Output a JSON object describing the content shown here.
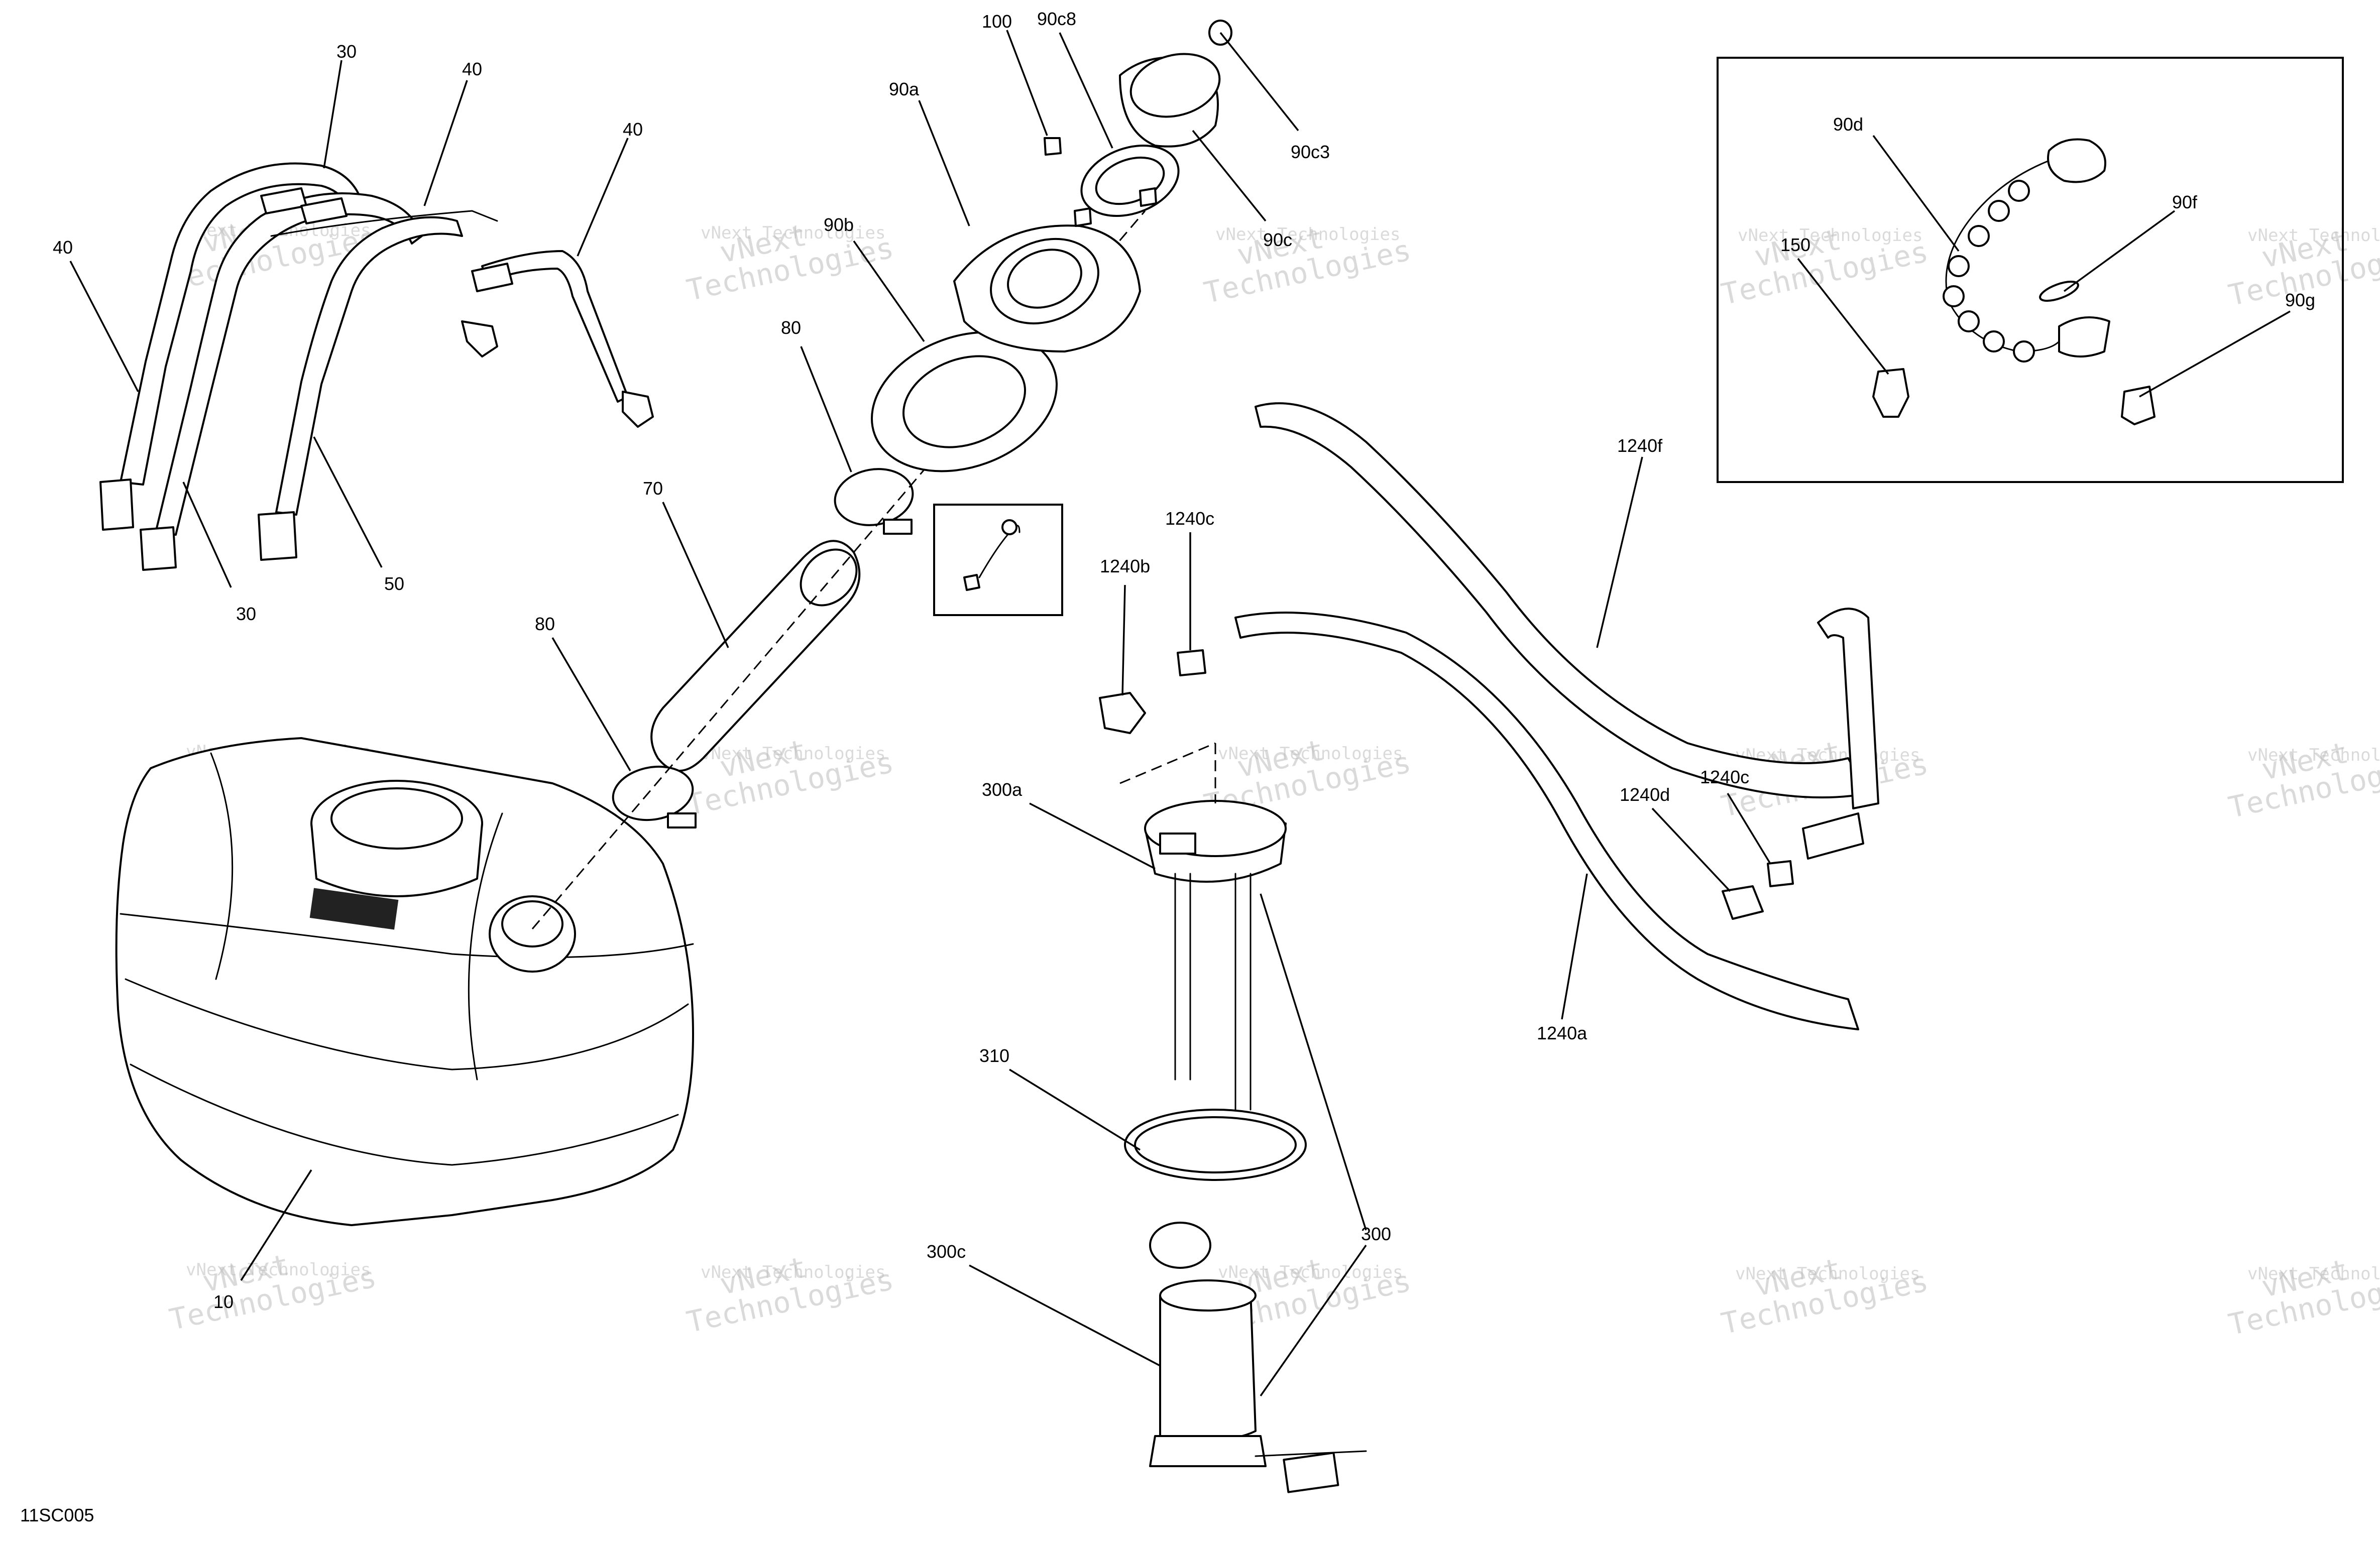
{
  "figure_code": "11SC005",
  "watermark": {
    "line1": "vNext",
    "line2": "Technologies",
    "line3": "vNext Technologies"
  },
  "callouts": {
    "c30a": "30",
    "c40a": "40",
    "c40b": "40",
    "c40c": "40",
    "c30b": "30",
    "c50": "50",
    "c100": "100",
    "c90c8": "90c8",
    "c90a": "90a",
    "c90c3": "90c3",
    "c90c": "90c",
    "c90b": "90b",
    "c80a": "80",
    "c70": "70",
    "c80b": "80",
    "c1240c_a": "1240c",
    "c1240b": "1240b",
    "c1240f": "1240f",
    "c1240d": "1240d",
    "c1240c_b": "1240c",
    "c1240a": "1240a",
    "c300a": "300a",
    "c310": "310",
    "c300": "300",
    "c300c": "300c",
    "c10": "10",
    "c90d": "90d",
    "c90f": "90f",
    "c150": "150",
    "c90g": "90g"
  }
}
